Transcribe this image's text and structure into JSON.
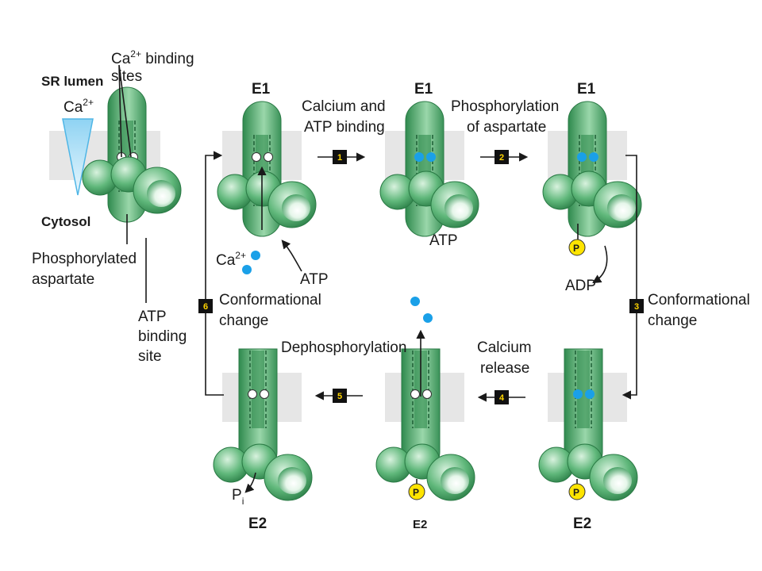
{
  "legend": {
    "title_sr_lumen": "SR lumen",
    "ca_gradient_label": "Ca",
    "ca_gradient_sup": "2+",
    "binding_sites_line1": "Ca",
    "binding_sites_sup": "2+",
    "binding_sites_line1b": " binding",
    "binding_sites_line2": "sites",
    "cytosol": "Cytosol",
    "phospho_line1": "Phosphorylated",
    "phospho_line2": "aspartate",
    "atp_site_line1": "ATP",
    "atp_site_line2": "binding",
    "atp_site_line3": "site"
  },
  "states": {
    "s1": "E1",
    "s2": "E1",
    "s3": "E1",
    "s4": "E2",
    "s5": "E2",
    "s6": "E2"
  },
  "steps": {
    "n1": "1",
    "label1_line1": "Calcium and",
    "label1_line2": "ATP binding",
    "n2": "2",
    "label2_line1": "Phosphorylation",
    "label2_line2": "of aspartate",
    "n3": "3",
    "label3_line1": "Conformational",
    "label3_line2": "change",
    "n4": "4",
    "label4_line1": "Calcium",
    "label4_line2": "release",
    "n5": "5",
    "label5_line1": "Dephosphorylation",
    "n6": "6",
    "label6_line1": "Conformational",
    "label6_line2": "change"
  },
  "annotations": {
    "ca_in": "Ca",
    "ca_in_sup": "2+",
    "atp_in": "ATP",
    "atp_bound": "ATP",
    "adp_out": "ADP",
    "pi_out": "P",
    "pi_sub": "i",
    "phosphate": "P"
  },
  "colors": {
    "protein": "#3f9a5c",
    "protein_light": "#bfe6c8",
    "membrane": "#e6e6e6",
    "calcium": "#1aa0e8",
    "phosphate": "#ffe400",
    "step_box": "#111111",
    "gradient": "#a8ddf5"
  }
}
